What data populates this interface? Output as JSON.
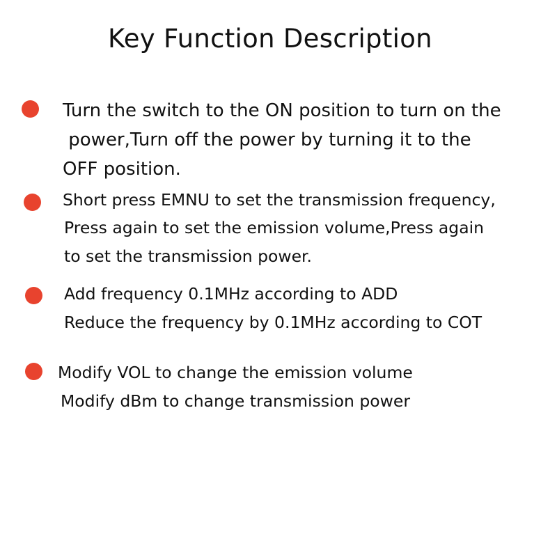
{
  "title": "Key Function Description",
  "colors": {
    "bullet": "#e8432e",
    "text": "#111111",
    "background": "#ffffff"
  },
  "items": [
    {
      "icon": "bullet-dot",
      "lines": [
        "Turn the switch to the ON position to turn on the",
        " power,Turn off the power by turning it to the",
        "OFF position."
      ]
    },
    {
      "icon": "bullet-dot",
      "lines": [
        "Short press EMNU to set the transmission frequency,",
        "Press again to set the emission volume,Press again",
        "to set the transmission power."
      ]
    },
    {
      "icon": "bullet-dot",
      "lines": [
        "Add frequency 0.1MHz according to ADD",
        "Reduce the frequency by 0.1MHz according to COT"
      ]
    },
    {
      "icon": "bullet-dot",
      "lines": [
        "Modify VOL to change the emission volume",
        "Modify dBm to change transmission power"
      ]
    }
  ]
}
